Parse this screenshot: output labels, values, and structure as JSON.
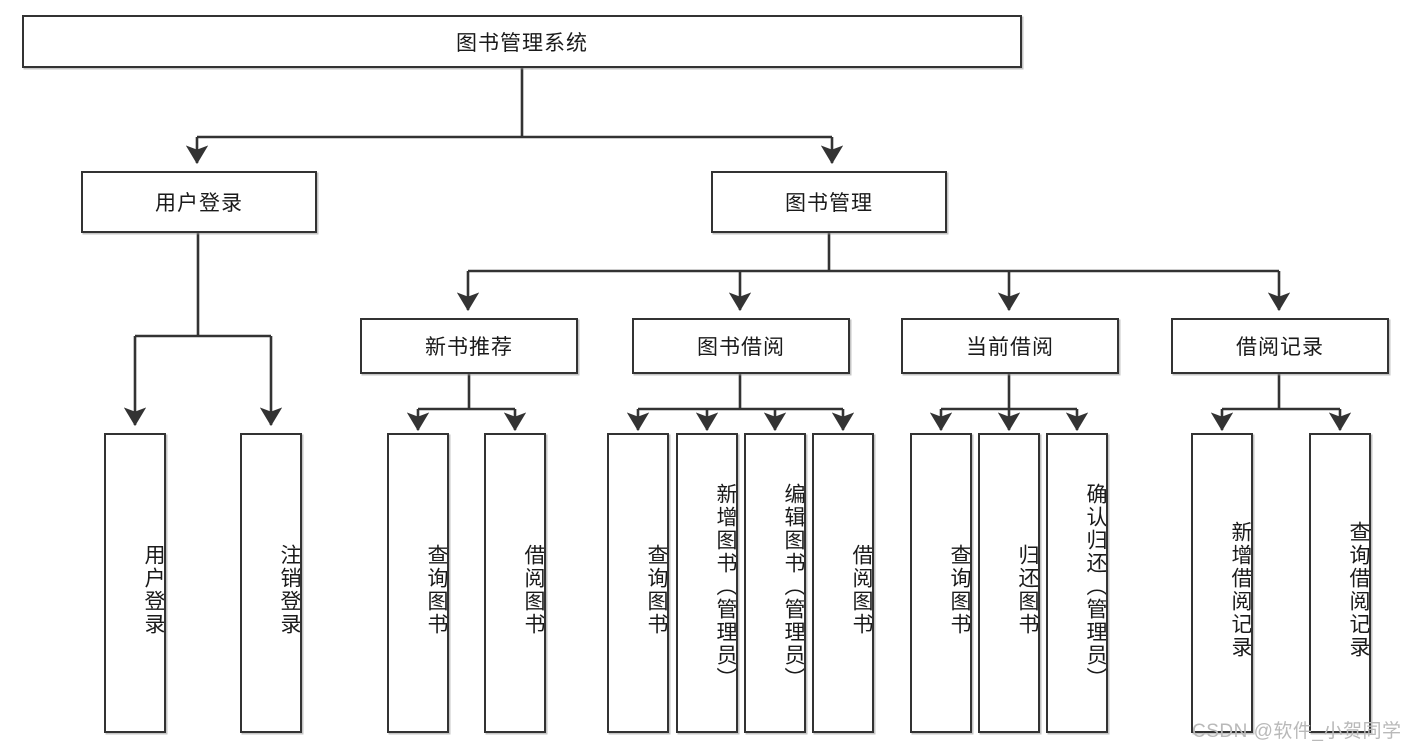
{
  "diagram": {
    "type": "hierarchy-tree",
    "title": "图书管理系统",
    "watermark": "CSDN @软件_小贺同学",
    "colors": {
      "box_border": "#333333",
      "box_fill": "#ffffff",
      "connector": "#333333",
      "text": "#1a1a1a",
      "watermark": "#b9b9b9"
    },
    "root": {
      "label": "图书管理系统"
    },
    "level2": [
      {
        "label": "用户登录"
      },
      {
        "label": "图书管理"
      }
    ],
    "level3": [
      {
        "label": "新书推荐"
      },
      {
        "label": "图书借阅"
      },
      {
        "label": "当前借阅"
      },
      {
        "label": "借阅记录"
      }
    ],
    "leaves": {
      "user_login": [
        {
          "label": "用户登录"
        },
        {
          "label": "注销登录"
        }
      ],
      "new_book_recommend": [
        {
          "label": "查询图书"
        },
        {
          "label": "借阅图书"
        }
      ],
      "book_borrow": [
        {
          "label": "查询图书"
        },
        {
          "label": "新增图书（管理员）"
        },
        {
          "label": "编辑图书（管理员）"
        },
        {
          "label": "借阅图书"
        }
      ],
      "current_borrow": [
        {
          "label": "查询图书"
        },
        {
          "label": "归还图书"
        },
        {
          "label": "确认归还（管理员）"
        }
      ],
      "borrow_record": [
        {
          "label": "新增借阅记录"
        },
        {
          "label": "查询借阅记录"
        }
      ]
    }
  }
}
